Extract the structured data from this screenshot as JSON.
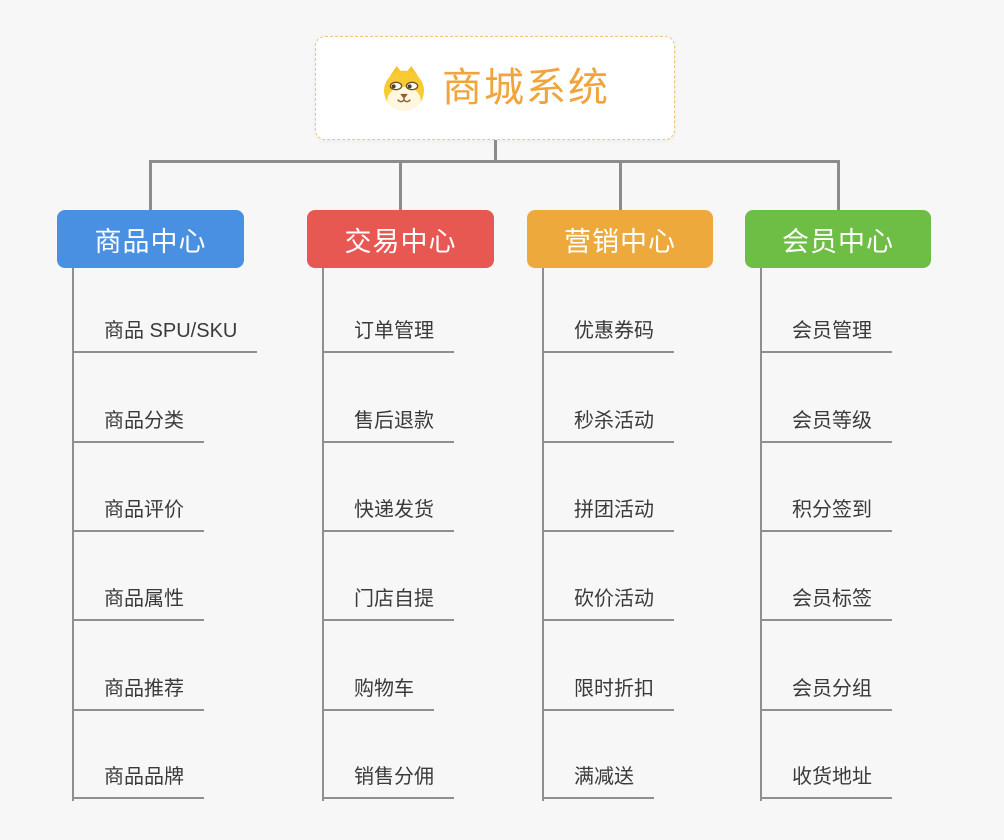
{
  "root": {
    "title": "商城系统",
    "icon": "shiba-dog-icon",
    "title_color": "#f0a43c",
    "border_color": "#f0c37a"
  },
  "connector_color": "#8c8c8c",
  "background_color": "#f7f7f7",
  "branches": [
    {
      "label": "商品中心",
      "color": "#4a90e2",
      "children": [
        "商品 SPU/SKU",
        "商品分类",
        "商品评价",
        "商品属性",
        "商品推荐",
        "商品品牌"
      ]
    },
    {
      "label": "交易中心",
      "color": "#e85853",
      "children": [
        "订单管理",
        "售后退款",
        "快递发货",
        "门店自提",
        "购物车",
        "销售分佣"
      ]
    },
    {
      "label": "营销中心",
      "color": "#eda93c",
      "children": [
        "优惠券码",
        "秒杀活动",
        "拼团活动",
        "砍价活动",
        "限时折扣",
        "满减送"
      ]
    },
    {
      "label": "会员中心",
      "color": "#6ebe45",
      "children": [
        "会员管理",
        "会员等级",
        "积分签到",
        "会员标签",
        "会员分组",
        "收货地址"
      ]
    }
  ]
}
